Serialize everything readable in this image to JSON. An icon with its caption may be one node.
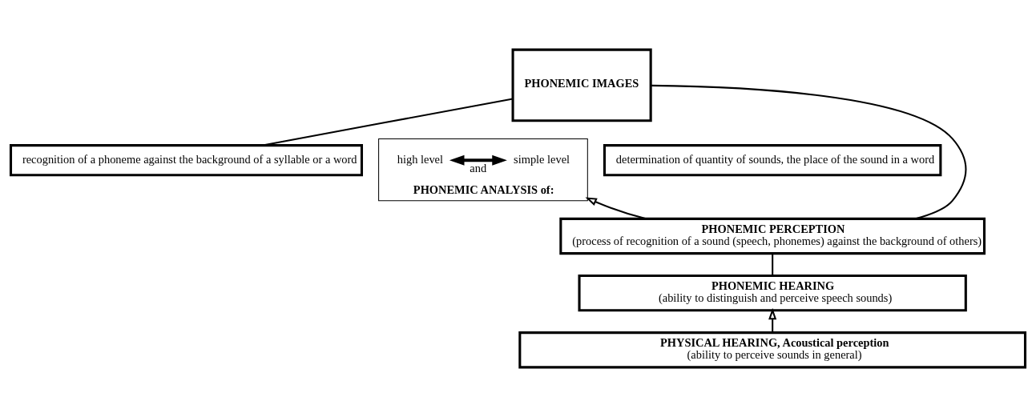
{
  "diagram": {
    "nodes": [
      {
        "text": [
          "PHONEMIC ANALYSIS of:"
        ]
      },
      {
        "text": [
          "simple level"
        ],
        "in": 0
      },
      {
        "text": [
          "high level"
        ],
        "in": 0
      },
      {
        "text": [
          "recognition of a phoneme against the background of a syllable or a word"
        ]
      },
      {
        "text": [
          "determination of quantity of sounds, the place of the sound in a word"
        ]
      },
      {
        "text": [
          "PHONEMIC PERCEPTION",
          "(process of recognition of a sound (speech, phonemes) against the background of others)"
        ]
      },
      {
        "text": [
          "PHONEMIC HEARING",
          "(ability to distinguish and perceive speech sounds)"
        ]
      },
      {
        "text": [
          "PHYSICAL HEARING, Acoustical perception",
          "(ability to perceive sounds in general)"
        ]
      },
      {
        "text": [
          "PHONEMIC IMAGES"
        ]
      }
    ],
    "edges": [
      {
        "from": 1,
        "to": 2,
        "arrow": "both",
        "label": "and",
        "style": "thick"
      },
      {
        "from": 7,
        "to": 6,
        "arrow": "to"
      },
      {
        "from": 6,
        "to": 5,
        "arrow": "none"
      },
      {
        "from": 5,
        "to": 0,
        "arrow": "to"
      },
      {
        "from": 3,
        "to": 8,
        "arrow": "none"
      },
      {
        "from": 5,
        "to": 8,
        "arrow": "none"
      }
    ]
  }
}
